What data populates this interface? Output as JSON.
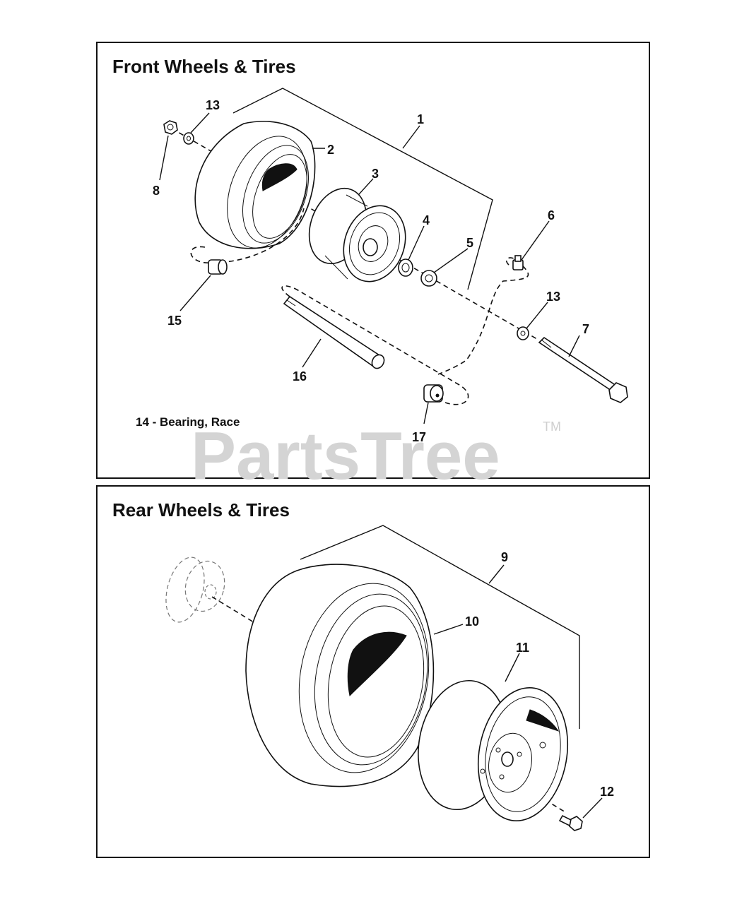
{
  "watermark": {
    "text": "PartsTree",
    "trademark": "TM"
  },
  "front_panel": {
    "title": "Front Wheels & Tires",
    "note": "14 - Bearing, Race",
    "callouts": {
      "c1": "1",
      "c2": "2",
      "c3": "3",
      "c4": "4",
      "c5": "5",
      "c6": "6",
      "c7": "7",
      "c8": "8",
      "c13a": "13",
      "c13b": "13",
      "c15": "15",
      "c16": "16",
      "c17": "17"
    }
  },
  "rear_panel": {
    "title": "Rear Wheels & Tires",
    "callouts": {
      "c9": "9",
      "c10": "10",
      "c11": "11",
      "c12": "12"
    }
  }
}
